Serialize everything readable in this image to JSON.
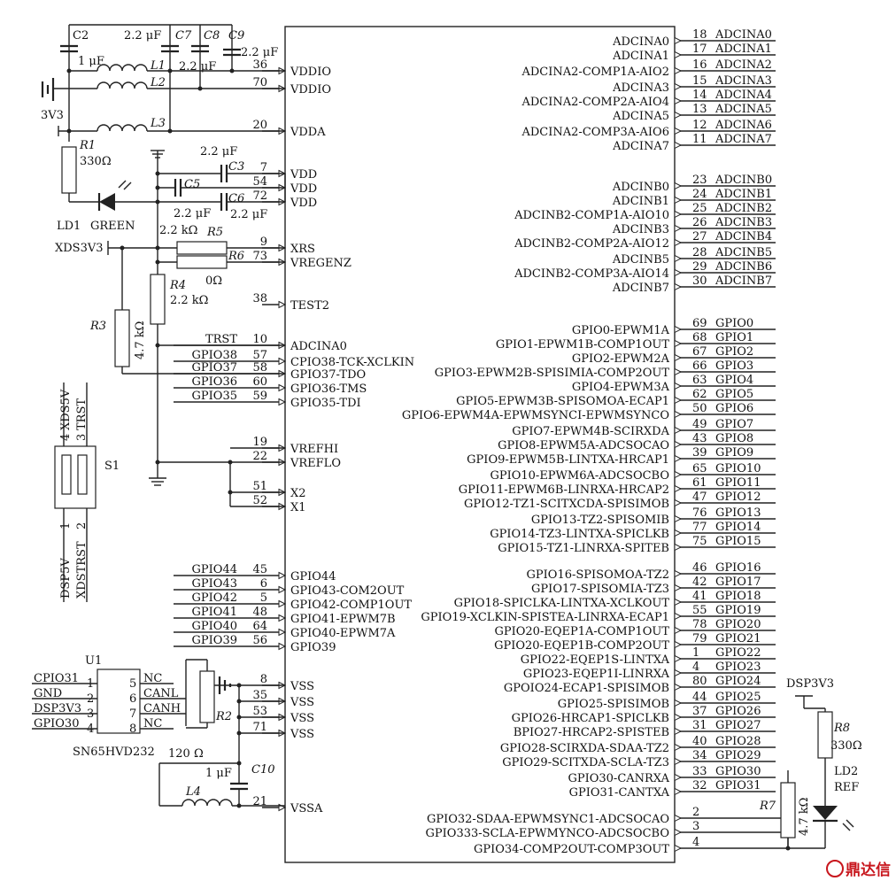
{
  "chip": {
    "left_pins": [
      {
        "num": "36",
        "name": "VDDIO"
      },
      {
        "num": "70",
        "name": "VDDIO"
      },
      {
        "num": "20",
        "name": "VDDA"
      },
      {
        "num": "7",
        "name": "VDD"
      },
      {
        "num": "54",
        "name": "VDD"
      },
      {
        "num": "72",
        "name": "VDD"
      },
      {
        "num": "9",
        "name": "XRS"
      },
      {
        "num": "73",
        "name": "VREGENZ"
      },
      {
        "num": "38",
        "name": "TEST2"
      },
      {
        "num": "10",
        "name": "ADCINA0"
      },
      {
        "num": "57",
        "name": "CPIO38-TCK-XCLKIN"
      },
      {
        "num": "58",
        "name": "GPIO37-TDO"
      },
      {
        "num": "60",
        "name": "GPIO36-TMS"
      },
      {
        "num": "59",
        "name": "GPIO35-TDI"
      },
      {
        "num": "19",
        "name": "VREFHI"
      },
      {
        "num": "22",
        "name": "VREFLO"
      },
      {
        "num": "51",
        "name": "X2"
      },
      {
        "num": "52",
        "name": "X1"
      },
      {
        "num": "45",
        "name": "GPIO44"
      },
      {
        "num": "6",
        "name": "GPIO43-COM2OUT"
      },
      {
        "num": "5",
        "name": "GPIO42-COMP1OUT"
      },
      {
        "num": "48",
        "name": "GPIO41-EPWM7B"
      },
      {
        "num": "64",
        "name": "GPIO40-EPWM7A"
      },
      {
        "num": "56",
        "name": "GPIO39"
      },
      {
        "num": "8",
        "name": "VSS"
      },
      {
        "num": "35",
        "name": "VSS"
      },
      {
        "num": "53",
        "name": "VSS"
      },
      {
        "num": "71",
        "name": "VSS"
      },
      {
        "num": "21",
        "name": "VSSA"
      }
    ],
    "right_pins": [
      {
        "name": "ADCINA0",
        "num": "18",
        "net": "ADCINA0"
      },
      {
        "name": "ADCINA1",
        "num": "17",
        "net": "ADCINA1"
      },
      {
        "name": "ADCINA2-COMP1A-AIO2",
        "num": "16",
        "net": "ADCINA2"
      },
      {
        "name": "ADCINA3",
        "num": "15",
        "net": "ADCINA3"
      },
      {
        "name": "ADCINA2-COMP2A-AIO4",
        "num": "14",
        "net": "ADCINA4"
      },
      {
        "name": "ADCINA5",
        "num": "13",
        "net": "ADCINA5"
      },
      {
        "name": "ADCINA2-COMP3A-AIO6",
        "num": "12",
        "net": "ADCINA6"
      },
      {
        "name": "ADCINA7",
        "num": "11",
        "net": "ADCINA7"
      },
      {
        "name": "ADCINB0",
        "num": "23",
        "net": "ADCINB0"
      },
      {
        "name": "ADCINB1",
        "num": "24",
        "net": "ADCINB1"
      },
      {
        "name": "ADCINB2-COMP1A-AIO10",
        "num": "25",
        "net": "ADCINB2"
      },
      {
        "name": "ADCINB3",
        "num": "26",
        "net": "ADCINB3"
      },
      {
        "name": "ADCINB2-COMP2A-AIO12",
        "num": "27",
        "net": "ADCINB4"
      },
      {
        "name": "ADCINB5",
        "num": "28",
        "net": "ADCINB5"
      },
      {
        "name": "ADCINB2-COMP3A-AIO14",
        "num": "29",
        "net": "ADCINB6"
      },
      {
        "name": "ADCINB7",
        "num": "30",
        "net": "ADCINB7"
      },
      {
        "name": "GPIO0-EPWM1A",
        "num": "69",
        "net": "GPIO0"
      },
      {
        "name": "GPIO1-EPWM1B-COMP1OUT",
        "num": "68",
        "net": "GPIO1"
      },
      {
        "name": "GPIO2-EPWM2A",
        "num": "67",
        "net": "GPIO2"
      },
      {
        "name": "GPIO3-EPWM2B-SPISIMIA-COMP2OUT",
        "num": "66",
        "net": "GPIO3"
      },
      {
        "name": "GPIO4-EPWM3A",
        "num": "63",
        "net": "GPIO4"
      },
      {
        "name": "GPIO5-EPWM3B-SPISOMOA-ECAP1",
        "num": "62",
        "net": "GPIO5"
      },
      {
        "name": "GPIO6-EPWM4A-EPWMSYNCI-EPWMSYNCO",
        "num": "50",
        "net": "GPIO6"
      },
      {
        "name": "GPIO7-EPWM4B-SCIRXDA",
        "num": "49",
        "net": "GPIO7"
      },
      {
        "name": "GPIO8-EPWM5A-ADCSOCAO",
        "num": "43",
        "net": "GPIO8"
      },
      {
        "name": "GPIO9-EPWM5B-LINTXA-HRCAP1",
        "num": "39",
        "net": "GPIO9"
      },
      {
        "name": "GPIO10-EPWM6A-ADCSOCBO",
        "num": "65",
        "net": "GPIO10"
      },
      {
        "name": "GPIO11-EPWM6B-LINRXA-HRCAP2",
        "num": "61",
        "net": "GPIO11"
      },
      {
        "name": "GPIO12-TZ1-SCITXCDA-SPISIMOB",
        "num": "47",
        "net": "GPIO12"
      },
      {
        "name": "GPIO13-TZ2-SPISOMIB",
        "num": "76",
        "net": "GPIO13"
      },
      {
        "name": "GPIO14-TZ3-LINTXA-SPICLKB",
        "num": "77",
        "net": "GPIO14"
      },
      {
        "name": "GPIO15-TZ1-LINRXA-SPITEB",
        "num": "75",
        "net": "GPIO15"
      },
      {
        "name": "GPIO16-SPISOMOA-TZ2",
        "num": "46",
        "net": "GPIO16"
      },
      {
        "name": "GPIO17-SPISOMIA-TZ3",
        "num": "42",
        "net": "GPIO17"
      },
      {
        "name": "GPIO18-SPICLKA-LINTXA-XCLKOUT",
        "num": "41",
        "net": "GPIO18"
      },
      {
        "name": "GPIO19-XCLKIN-SPISTEA-LINRXA-ECAP1",
        "num": "55",
        "net": "GPIO19"
      },
      {
        "name": "GPIO20-EQEP1A-COMP1OUT",
        "num": "78",
        "net": "GPIO20"
      },
      {
        "name": "GPIO20-EQEP1B-COMP2OUT",
        "num": "79",
        "net": "GPIO21"
      },
      {
        "name": "GPIO22-EQEP1S-LINTXA",
        "num": "1",
        "net": "GPIO22"
      },
      {
        "name": "GPIO23-EQEP1I-LINRXA",
        "num": "4",
        "net": "GPIO23"
      },
      {
        "name": "GPOIO24-ECAP1-SPISIMOB",
        "num": "80",
        "net": "GPIO24"
      },
      {
        "name": "GPIO25-SPISIMOB",
        "num": "44",
        "net": "GPIO25"
      },
      {
        "name": "GPIO26-HRCAP1-SPICLKB",
        "num": "37",
        "net": "GPIO26"
      },
      {
        "name": "BPIO27-HRCAP2-SPISTEB",
        "num": "31",
        "net": "GPIO27"
      },
      {
        "name": "GPIO28-SCIRXDA-SDAA-TZ2",
        "num": "40",
        "net": "GPIO28"
      },
      {
        "name": "GPIO29-SCITXDA-SCLA-TZ3",
        "num": "34",
        "net": "GPIO29"
      },
      {
        "name": "GPIO30-CANRXA",
        "num": "33",
        "net": "GPIO30"
      },
      {
        "name": "GPIO31-CANTXA",
        "num": "32",
        "net": "GPIO31"
      },
      {
        "name": "GPIO32-SDAA-EPWMSYNC1-ADCSOCAO",
        "num": "2",
        "net": ""
      },
      {
        "name": "GPIO333-SCLA-EPWMYNCO-ADCSOCBO",
        "num": "3",
        "net": ""
      },
      {
        "name": "GPIO34-COMP2OUT-COMP3OUT",
        "num": "4",
        "net": ""
      }
    ],
    "left_nets": [
      {
        "label": "TRST",
        "pin": "10"
      },
      {
        "label": "GPIO38",
        "pin": "57"
      },
      {
        "label": "GPIO37",
        "pin": "58"
      },
      {
        "label": "GPIO36",
        "pin": "60"
      },
      {
        "label": "GPIO35",
        "pin": "59"
      },
      {
        "label": "GPIO44",
        "pin": "45"
      },
      {
        "label": "GPIO43",
        "pin": "6"
      },
      {
        "label": "GPIO42",
        "pin": "5"
      },
      {
        "label": "GPIO41",
        "pin": "48"
      },
      {
        "label": "GPIO40",
        "pin": "64"
      },
      {
        "label": "GPIO39",
        "pin": "56"
      }
    ]
  },
  "components": {
    "c2": {
      "ref": "C2",
      "value": "1 μF"
    },
    "c7": {
      "ref": "C7",
      "value": "2.2 μF"
    },
    "c8": {
      "ref": "C8",
      "value": "2.2 μF"
    },
    "c9": {
      "ref": "C9",
      "value": "2.2 μF"
    },
    "l1": {
      "ref": "L1"
    },
    "l2": {
      "ref": "L2"
    },
    "l3": {
      "ref": "L3"
    },
    "rail_3v3": "3V3",
    "r1": {
      "ref": "R1",
      "value": "330Ω"
    },
    "ld1": {
      "ref": "LD1",
      "value": "GREEN"
    },
    "c3": {
      "ref": "C3",
      "value": "2.2 μF"
    },
    "c5": {
      "ref": "C5",
      "value": "2.2 μF"
    },
    "c6": {
      "ref": "C6",
      "value": "2.2 μF"
    },
    "r5": {
      "ref": "R5",
      "value": "2.2 kΩ"
    },
    "r6": {
      "ref": "R6",
      "value": "0Ω"
    },
    "r4": {
      "ref": "R4",
      "value": "2.2 kΩ"
    },
    "r3": {
      "ref": "R3",
      "value": "4.7 kΩ"
    },
    "xds3v3": "XDS3V3",
    "s1": {
      "ref": "S1",
      "pin4": "4",
      "pin4_net": "XDS5V",
      "pin3": "3",
      "pin3_net": "TRST",
      "pin1": "1",
      "pin1_net": "DSP5V",
      "pin2": "2",
      "pin2_net": "XDSTRST"
    },
    "u1": {
      "ref": "U1",
      "part": "SN65HVD232",
      "left": [
        {
          "net": "CPIO31",
          "pin": "1"
        },
        {
          "net": "GND",
          "pin": "2"
        },
        {
          "net": "DSP3V3",
          "pin": "3"
        },
        {
          "net": "GPIO30",
          "pin": "4"
        }
      ],
      "right": [
        {
          "pin": "5",
          "net": "NC"
        },
        {
          "pin": "6",
          "net": "CANL"
        },
        {
          "pin": "7",
          "net": "CANH"
        },
        {
          "pin": "8",
          "net": "NC"
        }
      ]
    },
    "r2": {
      "ref": "R2",
      "value": "120 Ω"
    },
    "c10": {
      "ref": "C10",
      "value": "1 μF"
    },
    "l4": {
      "ref": "L4"
    },
    "r8": {
      "ref": "R8",
      "value": "330Ω"
    },
    "r7": {
      "ref": "R7",
      "value": "4.7 kΩ"
    },
    "ld2": {
      "ref": "LD2",
      "value": "REF"
    },
    "dsp3v3": "DSP3V3"
  },
  "watermark": {
    "text": "鼎达信"
  }
}
